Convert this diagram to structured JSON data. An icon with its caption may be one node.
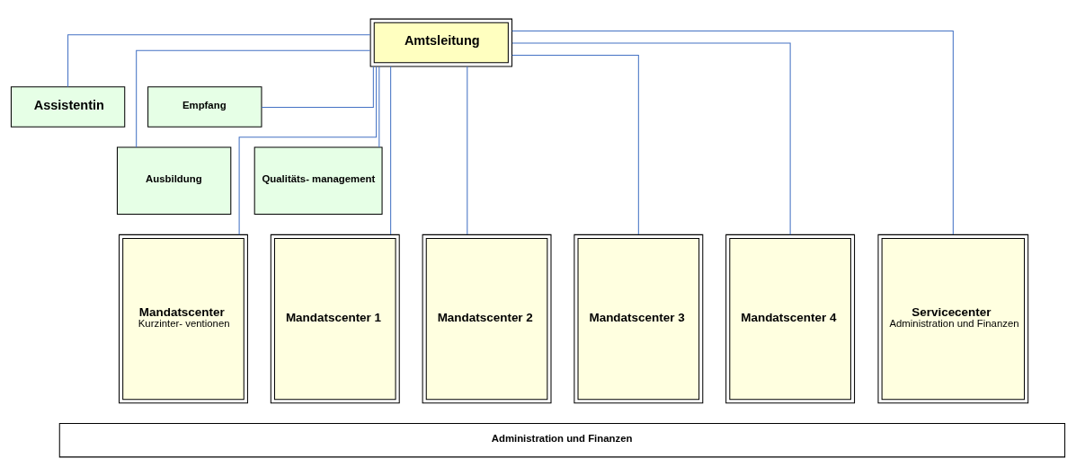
{
  "diagram": {
    "nodes": [
      {
        "text": [
          "Amtsleitung"
        ]
      },
      {
        "text": [
          "Assistentin"
        ]
      },
      {
        "text": [
          "Empfang"
        ]
      },
      {
        "text": [
          "Ausbildung"
        ]
      },
      {
        "text": [
          "Qualitäts- management"
        ]
      },
      {
        "text": [
          "Mandatscenter",
          "Kurzinter- ventionen"
        ]
      },
      {
        "text": [
          "Mandatscenter 1"
        ]
      },
      {
        "text": [
          "Mandatscenter 2"
        ]
      },
      {
        "text": [
          "Mandatscenter 3"
        ]
      },
      {
        "text": [
          "Mandatscenter 4"
        ]
      },
      {
        "text": [
          "Servicecenter",
          "Administration und Finanzen"
        ]
      },
      {
        "text": [
          "Administration und Finanzen"
        ]
      }
    ],
    "edges": [
      {
        "from": 0,
        "to": 1,
        "arrow": "none"
      },
      {
        "from": 0,
        "to": 2,
        "arrow": "none"
      },
      {
        "from": 0,
        "to": 3,
        "arrow": "none"
      },
      {
        "from": 0,
        "to": 4,
        "arrow": "none"
      },
      {
        "from": 0,
        "to": 5,
        "arrow": "none"
      },
      {
        "from": 0,
        "to": 6,
        "arrow": "none"
      },
      {
        "from": 0,
        "to": 7,
        "arrow": "none"
      },
      {
        "from": 0,
        "to": 8,
        "arrow": "none"
      },
      {
        "from": 0,
        "to": 9,
        "arrow": "none"
      },
      {
        "from": 0,
        "to": 10,
        "arrow": "none"
      }
    ]
  }
}
